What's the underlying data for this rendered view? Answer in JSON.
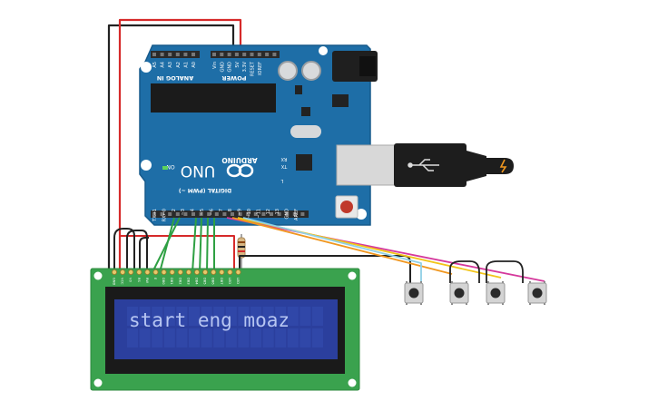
{
  "board": {
    "name": "UNO",
    "brand": "ARDUINO",
    "on_label": "ON",
    "tx_label": "TX",
    "rx_label": "RX",
    "l_label": "L",
    "analog_in_label": "ANALOG IN",
    "power_label": "POWER",
    "digital_label": "DIGITAL (PWM ~)",
    "analog_pins": [
      "A5",
      "A4",
      "A3",
      "A2",
      "A1",
      "A0"
    ],
    "power_pins": [
      "Vin",
      "GND",
      "GND",
      "5V",
      "3.3V",
      "RESET",
      "IOREF"
    ],
    "digital_pins": [
      "TX→1",
      "RX←0",
      "2",
      "~3",
      "4",
      "~5",
      "~6",
      "7",
      "8",
      "~9",
      "~10",
      "~11",
      "12",
      "13",
      "GND",
      "AREF"
    ]
  },
  "lcd": {
    "text": "start eng moaz",
    "pin_labels": [
      "GND",
      "VCC",
      "V0",
      "RS",
      "RW",
      "E",
      "DB0",
      "DB1",
      "DB2",
      "DB3",
      "DB4",
      "DB5",
      "DB6",
      "DB7",
      "LED",
      "LED"
    ]
  },
  "colors": {
    "board": "#1e6ea7",
    "lcd_pcb": "#3aa24e",
    "lcd_screen": "#2b3f9d",
    "lcd_text": "#b7c6f2",
    "wire_red": "#d62a2a",
    "wire_black": "#222222",
    "wire_green": "#2ea043",
    "wire_orange": "#f0961e",
    "wire_yellow": "#f2c418",
    "wire_magenta": "#d5399c",
    "wire_cyan": "#8fd0e6"
  },
  "components": {
    "resistor": "resistor",
    "buttons": [
      "pushbutton-1",
      "pushbutton-2",
      "pushbutton-3",
      "pushbutton-4"
    ],
    "usb": "usb-cable"
  }
}
